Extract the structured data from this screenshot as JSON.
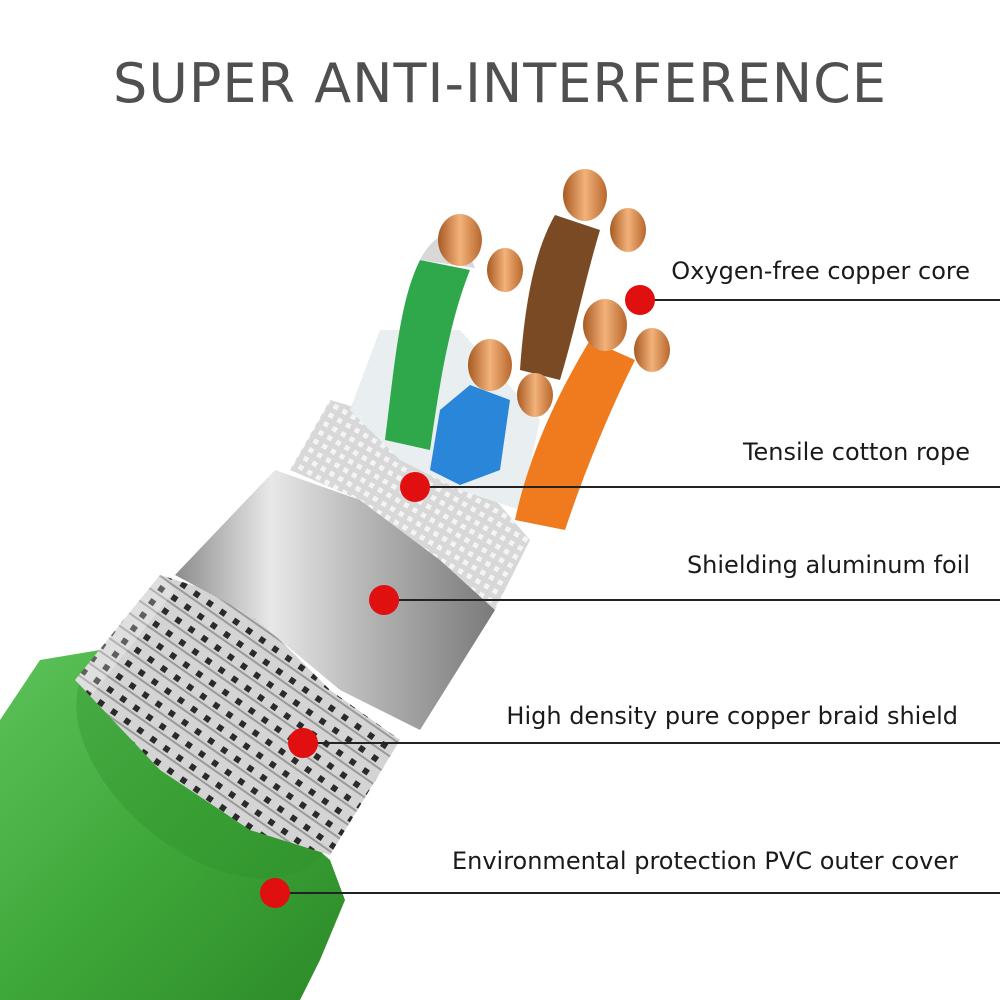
{
  "title": "SUPER ANTI-INTERFERENCE",
  "callouts": [
    {
      "id": "core",
      "label": "Oxygen-free copper core"
    },
    {
      "id": "rope",
      "label": "Tensile cotton rope"
    },
    {
      "id": "foil",
      "label": "Shielding aluminum foil"
    },
    {
      "id": "braid",
      "label": "High density pure copper braid shield"
    },
    {
      "id": "jacket",
      "label": "Environmental protection PVC outer cover"
    }
  ],
  "colors": {
    "jacket": "#3fa83a",
    "braid": "#c8c8c8",
    "foil": "#b8b8b8",
    "pair_green": "#2ea84a",
    "pair_brown": "#7a4a24",
    "pair_blue": "#2a86d8",
    "pair_orange": "#f07a1e",
    "copper": "#d9894a",
    "marker": "#e01010"
  }
}
